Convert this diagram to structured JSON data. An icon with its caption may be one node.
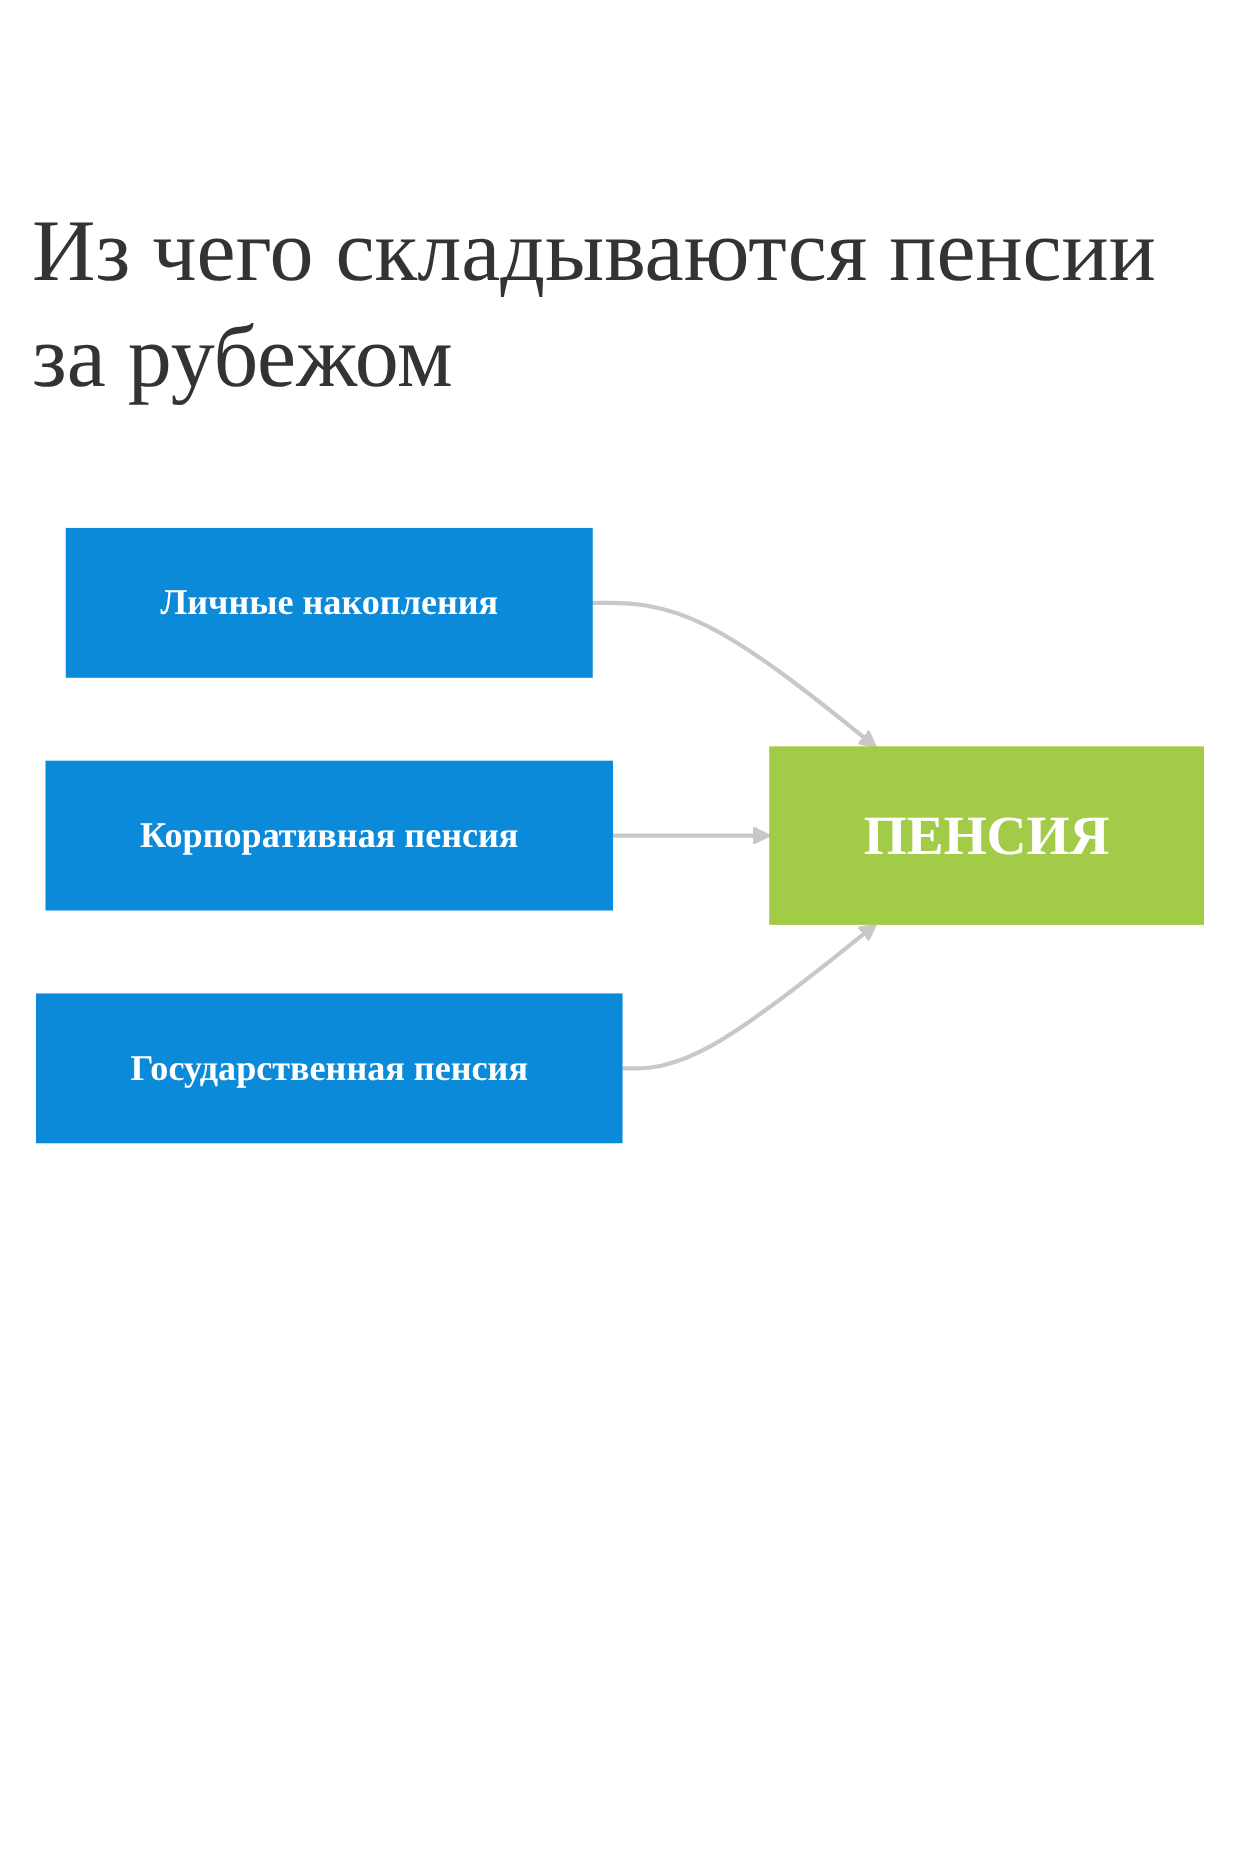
{
  "diagram": {
    "title": "Из чего складываются пенсии за рубежом",
    "nodes": [
      {
        "text": [
          "Личные накопления"
        ]
      },
      {
        "text": [
          "Корпоративная пенсия"
        ]
      },
      {
        "text": [
          "Государственная пенсия"
        ]
      },
      {
        "text": [
          "ПЕНСИЯ"
        ]
      }
    ],
    "edges": [
      {
        "from": 0,
        "to": 3,
        "arrow": "to"
      },
      {
        "from": 1,
        "to": 3,
        "arrow": "to"
      },
      {
        "from": 2,
        "to": 3,
        "arrow": "to"
      }
    ]
  }
}
